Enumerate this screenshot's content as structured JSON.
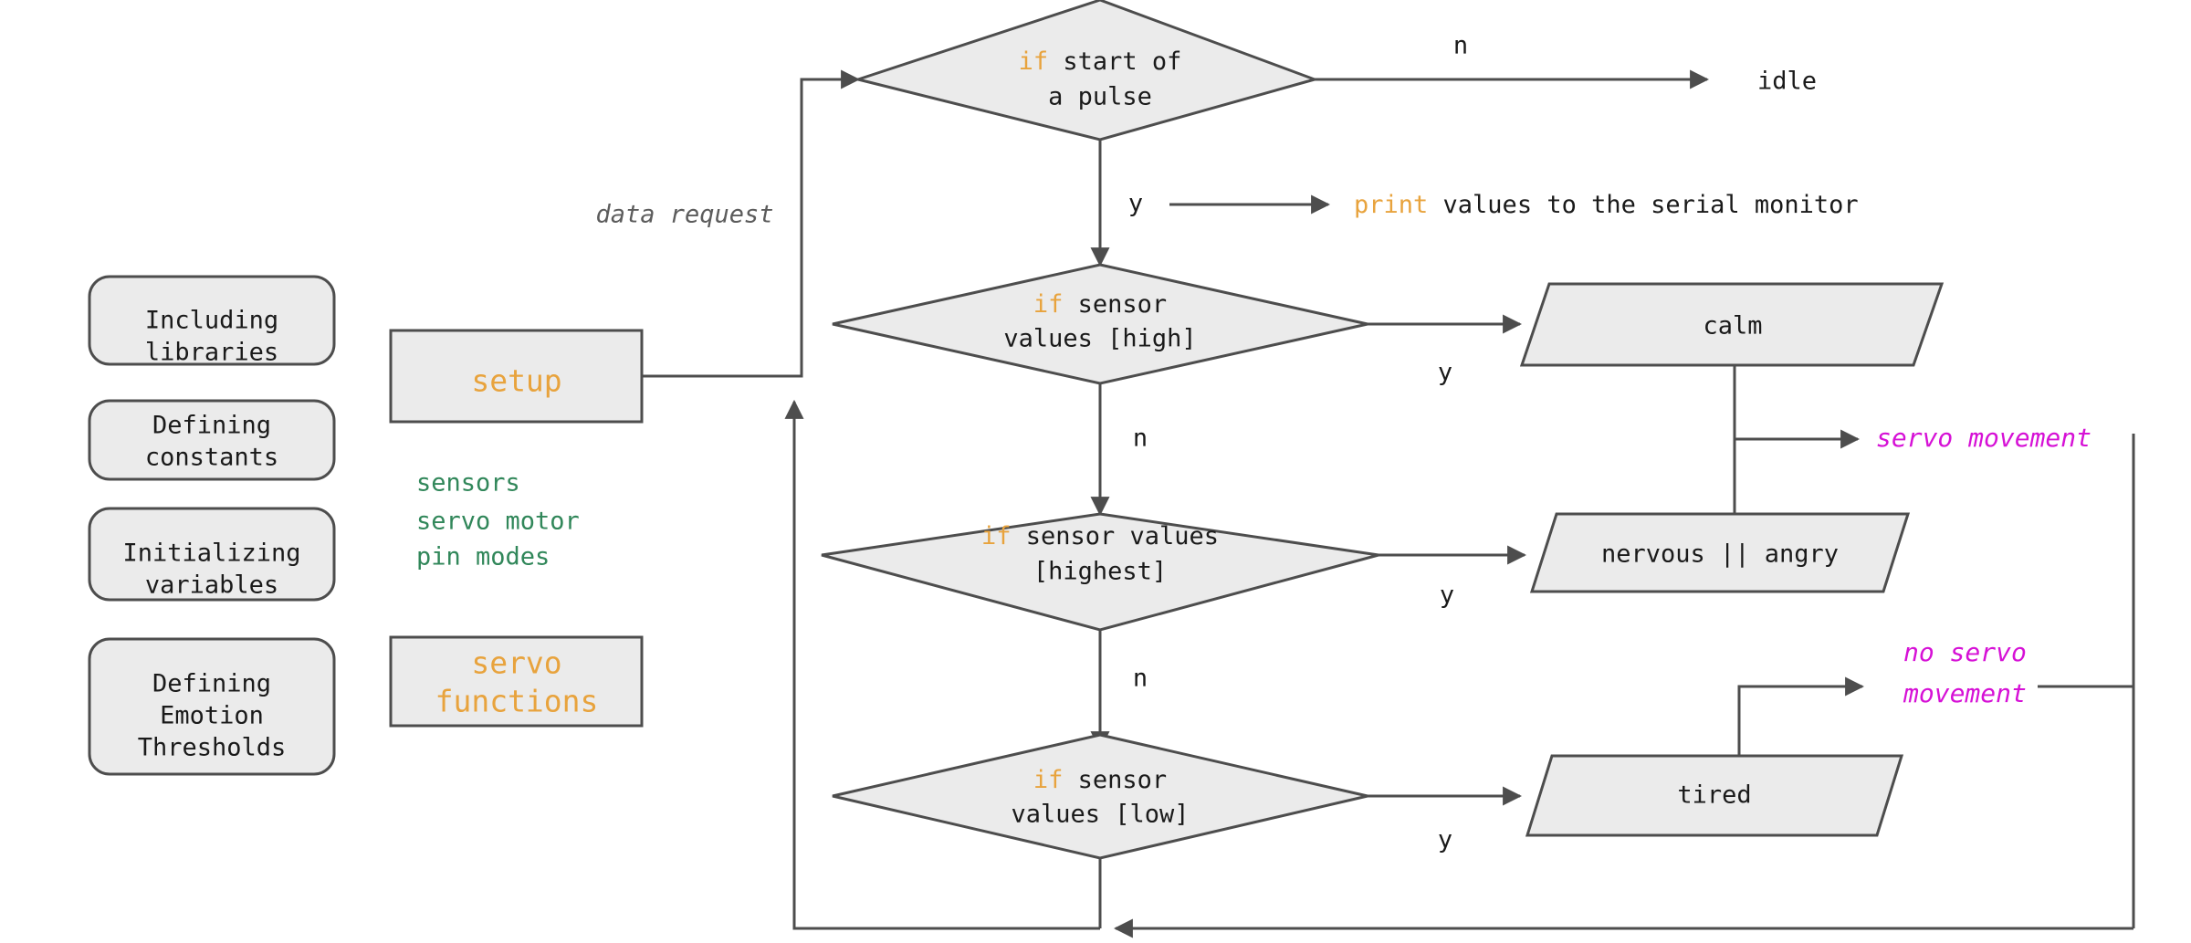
{
  "diagram": {
    "title": "Arduino emotion sensing program flowchart",
    "colors": {
      "keyword": "#e8a33d",
      "green_note": "#31875a",
      "magenta_note": "#d611d6",
      "shape_fill": "#ebebeb",
      "stroke": "#4d4d4d",
      "text": "#1a1a1a",
      "italic_gray": "#5c5c5c"
    }
  },
  "setup_stack": {
    "items": [
      {
        "id": "including-libraries",
        "lines": [
          "Including",
          "libraries"
        ]
      },
      {
        "id": "defining-constants",
        "lines": [
          "Defining",
          "constants"
        ]
      },
      {
        "id": "initializing-variables",
        "lines": [
          "Initializing",
          "variables"
        ]
      },
      {
        "id": "defining-emotion-thresholds",
        "lines": [
          "Defining",
          "Emotion",
          "Thresholds"
        ]
      }
    ]
  },
  "setup_block": {
    "label": "setup",
    "notes": [
      "sensors",
      "servo motor",
      "pin modes"
    ]
  },
  "servo_functions_block": {
    "lines": [
      "servo",
      "functions"
    ]
  },
  "decisions": [
    {
      "id": "start-of-pulse",
      "keyword": "if",
      "line1_rest": " start of",
      "line2": "a pulse",
      "yes_label": "y",
      "no_label": "n"
    },
    {
      "id": "sensor-values-high",
      "keyword": "if",
      "line1_rest": " sensor",
      "line2": "values [high]",
      "yes_label": "y",
      "no_label": "n"
    },
    {
      "id": "sensor-values-highest",
      "keyword": "if",
      "line1_rest": " sensor values",
      "line2": "[highest]",
      "yes_label": "y",
      "no_label": "n"
    },
    {
      "id": "sensor-values-low",
      "keyword": "if",
      "line1_rest": " sensor",
      "line2": "values [low]",
      "yes_label": "y",
      "no_label": ""
    }
  ],
  "outcomes": [
    {
      "id": "calm",
      "label": "calm"
    },
    {
      "id": "nervous-angry",
      "label": "nervous || angry"
    },
    {
      "id": "tired",
      "label": "tired"
    }
  ],
  "terminals": {
    "idle": "idle",
    "print_keyword": "print",
    "print_rest": " values to the serial monitor"
  },
  "annotations": {
    "data_request": "data request",
    "servo_movement": "servo movement",
    "no_servo_movement_line1": "no servo",
    "no_servo_movement_line2": "movement"
  }
}
